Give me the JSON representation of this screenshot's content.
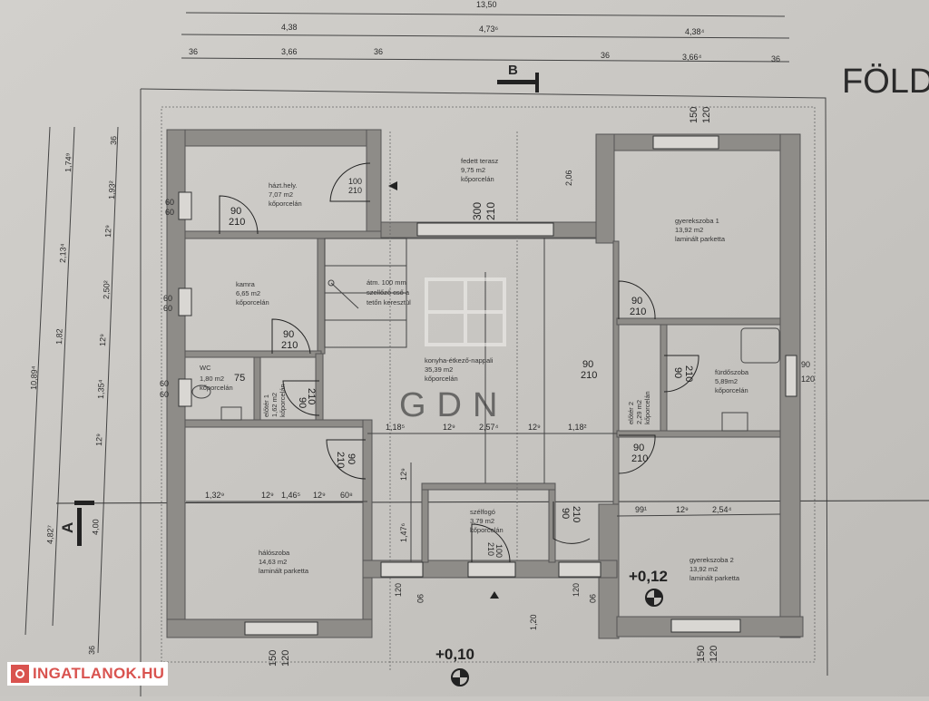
{
  "title": "FÖLD",
  "watermark": "GDN",
  "logo_text": "INGATLANOK.HU",
  "section_marks": {
    "b": "B",
    "a": "A"
  },
  "top_dims": {
    "total": "13,50",
    "row2": [
      "4,38",
      "4,73⁶",
      "4,38⁴"
    ],
    "row3": [
      "36",
      "3,66",
      "36",
      "36",
      "3,66⁴",
      "36"
    ]
  },
  "left_dims": {
    "total": "10,89⁴",
    "col2": [
      "1,74⁹",
      "2,13⁴",
      "1,82",
      "4,82⁷"
    ],
    "col3": [
      "36",
      "1,93²",
      "12⁹",
      "2,50²",
      "12⁹",
      "1,35⁴",
      "12⁹",
      "4,00",
      "36"
    ]
  },
  "rooms": [
    {
      "name": "házt.hely.",
      "area": "7,07 m2",
      "floor": "kőporcelán"
    },
    {
      "name": "fedett terasz",
      "area": "9,75 m2",
      "floor": "kőporcelán"
    },
    {
      "name": "gyerekszoba 1",
      "area": "13,92 m2",
      "floor": "laminált parketta"
    },
    {
      "name": "kamra",
      "area": "6,65 m2",
      "floor": "kőporcelán"
    },
    {
      "name": "WC",
      "area": "1,80 m2",
      "floor": "kőporcelán"
    },
    {
      "name": "előtér 1",
      "area": "1,62 m2",
      "floor": "kőporcelán"
    },
    {
      "name": "konyha-étkező-nappali",
      "area": "35,39 m2",
      "floor": "kőporcelán"
    },
    {
      "name": "előtér 2",
      "area": "2,29 m2",
      "floor": "kőporcelán"
    },
    {
      "name": "fürdőszoba",
      "area": "5,89m2",
      "floor": "kőporcelán"
    },
    {
      "name": "hálószoba",
      "area": "14,63 m2",
      "floor": "laminált parketta"
    },
    {
      "name": "szélfogó",
      "area": "3,79 m2",
      "floor": "kőporcelán"
    },
    {
      "name": "gyerekszoba 2",
      "area": "13,92 m2",
      "floor": "laminált parketta"
    }
  ],
  "note": [
    "átm. 100 mm",
    "szellőző cső a",
    "tetőn keresztül"
  ],
  "openings": {
    "o90": "90",
    "o210": "210",
    "o100": "100",
    "o300": "300",
    "o60": "60",
    "o150": "150",
    "o120": "120",
    "o75": "75",
    "h206": "2,06",
    "h120": "1,20"
  },
  "inner_dims": {
    "row_mid": [
      "1,18⁵",
      "12⁹",
      "2,57⁴",
      "12⁹",
      "1,18²"
    ],
    "row_low_left": [
      "1,32⁹",
      "12⁹",
      "1,46⁵",
      "12⁹",
      "60⁸"
    ],
    "row_low_right": [
      "99¹",
      "12⁹",
      "2,54⁴"
    ],
    "vert": [
      "12⁹",
      "1,47⁶"
    ]
  },
  "levels": [
    "+0,12",
    "+0,10"
  ]
}
